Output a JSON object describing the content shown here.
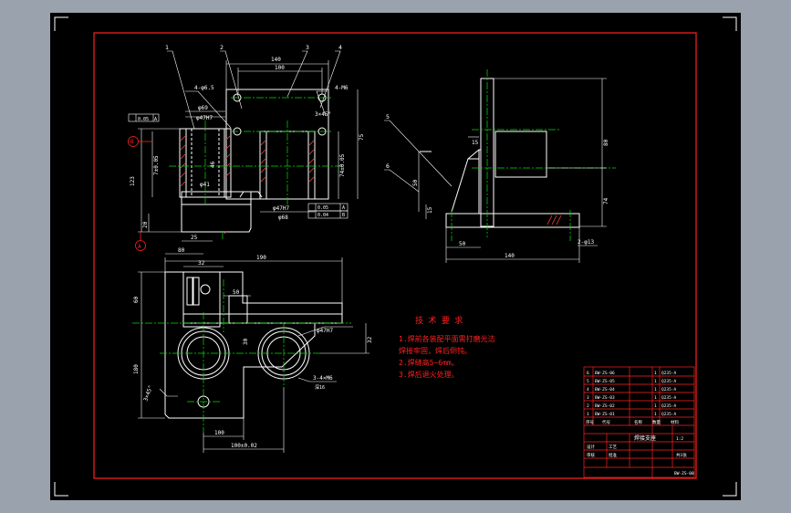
{
  "colors": {
    "border": "#ff2020",
    "outline": "#ffffff",
    "centerline": "#00e000",
    "dimension": "#ffffff",
    "hatch": "#ff4040",
    "accent": "#00e0ff",
    "viewport_bg": "#000000",
    "chrome_bg": "#9aa3ad"
  },
  "leaders": {
    "part_1": "1",
    "part_2": "2",
    "part_3": "3",
    "part_4": "4",
    "part_5": "5",
    "part_6": "6"
  },
  "datums": {
    "datum_b": "B",
    "datum_a": "A"
  },
  "dimensions_top": {
    "d140": "140",
    "d100": "100",
    "holes_4_phi6_5": "4-φ6.5",
    "holes_4_m6": "4-M6",
    "phi69": "φ69",
    "phi47h7": "φ47H7",
    "chamfer": "3×45°",
    "tol_flat": "0.05",
    "tol_flat_ref": "A",
    "d123": "123",
    "d20": "20",
    "d25": "25",
    "d7": "7±0.05",
    "d46": "46",
    "d41": "φ41",
    "phi47h7_b": "φ47H7",
    "phi68": "φ68",
    "tol_par": "0.05",
    "tol_par_ref": "A",
    "tol_perp": "0.04",
    "tol_perp_ref": "B",
    "d75": "75",
    "d_right": "74±0.05"
  },
  "dimensions_side": {
    "d80": "80",
    "d74": "74",
    "d15": "15",
    "d50": "50",
    "d15b": "15",
    "d50b": "50",
    "d140": "140",
    "holes_2_phi13": "2-φ13"
  },
  "dimensions_plan": {
    "d80": "80",
    "d190": "190",
    "d32": "32",
    "d50": "50",
    "d60": "60",
    "phi47h7": "φ47H7",
    "d30": "30",
    "d32b": "32",
    "d180": "180",
    "chamfer": "3×45°",
    "holes_3_4_m6": "3-4×M6",
    "depth": "深16",
    "d100": "100",
    "d100b": "100±0.02"
  },
  "notes": {
    "heading": "技 术 要 求",
    "line1": "1.焊前各装配平面需打磨光洁",
    "line2": "焊接牢固，焊后倒钝。",
    "line3": "2.焊缝高5~6mm。",
    "line4": "3.焊后退火处理。"
  },
  "title_block": {
    "rows": [
      {
        "no": "6",
        "code": "BW-ZS-06",
        "qty": "1",
        "mat": "Q235-A"
      },
      {
        "no": "5",
        "code": "BW-ZS-05",
        "qty": "1",
        "mat": "Q235-A"
      },
      {
        "no": "4",
        "code": "BW-ZS-04",
        "qty": "1",
        "mat": "Q235-A"
      },
      {
        "no": "3",
        "code": "BW-ZS-03",
        "qty": "1",
        "mat": "Q235-A"
      },
      {
        "no": "2",
        "code": "BW-ZS-02",
        "qty": "1",
        "mat": "Q235-A"
      },
      {
        "no": "1",
        "code": "BW-ZS-01",
        "qty": "1",
        "mat": "Q235-A"
      }
    ],
    "header_no": "序号",
    "header_code": "代号",
    "header_name": "名称",
    "header_qty": "数量",
    "header_mat": "材料",
    "designer": "设计",
    "checker": "审核",
    "process": "工艺",
    "approve": "批准",
    "scale": "1:2",
    "sheet": "共1张",
    "drawing_no": "BW-ZS-00",
    "title": "焊接支座"
  }
}
